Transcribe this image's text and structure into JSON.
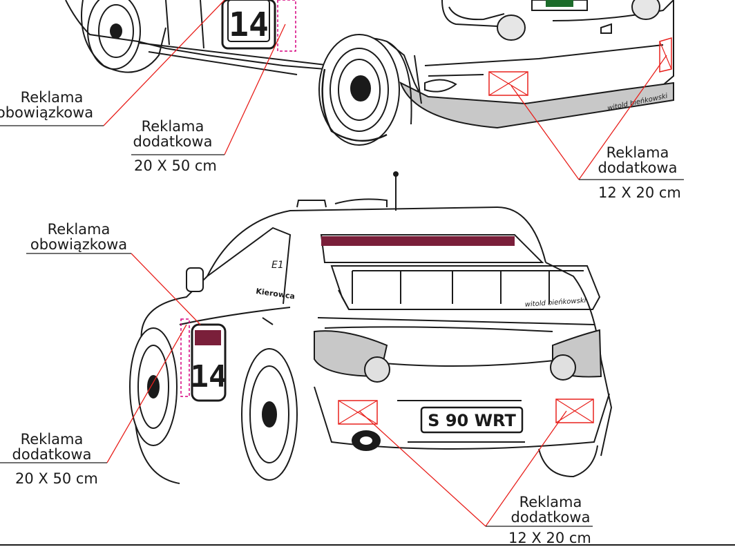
{
  "labels": {
    "top_mandatory": {
      "line1": "Reklama",
      "line2": "obowiązkowa"
    },
    "top_door_extra": {
      "line1": "Reklama",
      "line2": "dodatkowa",
      "size": "20 X 50 cm"
    },
    "top_bumper_extra": {
      "line1": "Reklama",
      "line2": "dodatkowa",
      "size": "12 X 20 cm"
    },
    "rear_mandatory": {
      "line1": "Reklama",
      "line2": "obowiązkowa"
    },
    "rear_door_extra": {
      "line1": "Reklama",
      "line2": "dodatkowa",
      "size": "20 X 50 cm"
    },
    "rear_bumper_extra": {
      "line1": "Reklama",
      "line2": "dodatkowa",
      "size": "12 X 20 cm"
    }
  },
  "car": {
    "race_number": "14",
    "license_plate": "S 90 WRT",
    "driver_tag": "Kierowca",
    "co_driver_tag": "E1",
    "signature": "witold bieńkowski"
  },
  "colors": {
    "leader_line": "#e8201c",
    "outline": "#1a1a1a",
    "panel_stripe": "#7a1f3a",
    "dashed_area": "#d6007e",
    "bumper_shade": "#c8c8c8"
  }
}
